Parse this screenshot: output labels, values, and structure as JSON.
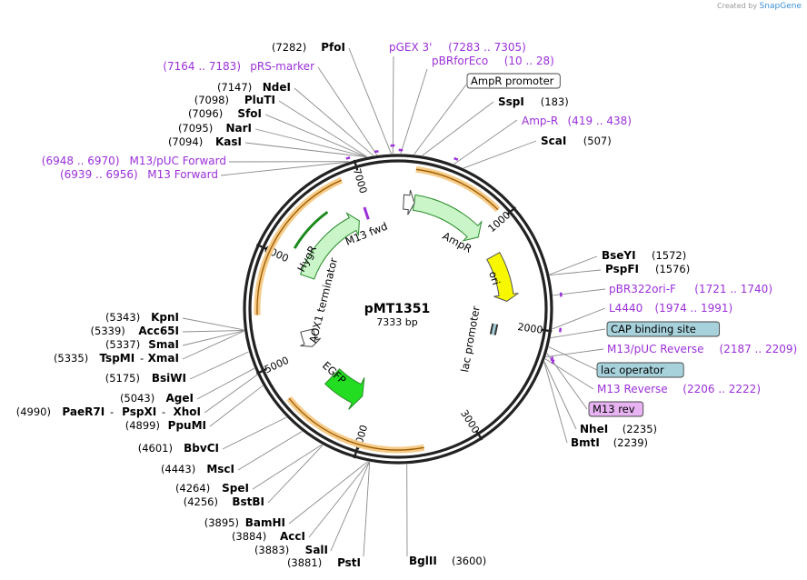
{
  "credit": {
    "prefix": "Created by",
    "brand": "SnapGene"
  },
  "plasmid": {
    "name": "pMT1351",
    "length": "7333 bp"
  },
  "ticks": [
    "1000",
    "2000",
    "3000",
    "4000",
    "5000",
    "6000",
    "7000"
  ],
  "features": [
    {
      "id": "ampr",
      "label": "AmpR"
    },
    {
      "id": "ori",
      "label": "ori"
    },
    {
      "id": "lac",
      "label": "lac promoter"
    },
    {
      "id": "egfp",
      "label": "EGFP"
    },
    {
      "id": "aox1",
      "label": "AOX1 terminator"
    },
    {
      "id": "hygr",
      "label": "HygR"
    },
    {
      "id": "m13fwd",
      "label": "M13 fwd"
    }
  ],
  "left_labels": [
    {
      "id": "pfoi",
      "name": "PfoI",
      "pos": "(7282)"
    },
    {
      "id": "prs",
      "primer": "pRS-marker",
      "range": "(7164 .. 7183)"
    },
    {
      "id": "ndei",
      "name": "NdeI",
      "pos": "(7147)"
    },
    {
      "id": "pluti",
      "name": "PluTI",
      "pos": "(7098)"
    },
    {
      "id": "sfoi",
      "name": "SfoI",
      "pos": "(7096)"
    },
    {
      "id": "nari",
      "name": "NarI",
      "pos": "(7095)"
    },
    {
      "id": "kasi",
      "name": "KasI",
      "pos": "(7094)"
    },
    {
      "id": "m13puc",
      "primer": "M13/pUC Forward",
      "range": "(6948 .. 6970)"
    },
    {
      "id": "m13f",
      "primer": "M13 Forward",
      "range": "(6939 .. 6956)"
    },
    {
      "id": "kpni",
      "name": "KpnI",
      "pos": "(5343)"
    },
    {
      "id": "acc65i",
      "name": "Acc65I",
      "pos": "(5339)"
    },
    {
      "id": "smai",
      "name": "SmaI",
      "pos": "(5337)"
    },
    {
      "id": "tspmi",
      "name": "TspMI",
      "name2": "XmaI",
      "pos": "(5335)"
    },
    {
      "id": "bsiwi",
      "name": "BsiWI",
      "pos": "(5175)"
    },
    {
      "id": "agei",
      "name": "AgeI",
      "pos": "(5043)"
    },
    {
      "id": "paer7i",
      "name": "PaeR7I",
      "name2": "PspXI",
      "name3": "XhoI",
      "pos": "(4990)"
    },
    {
      "id": "ppumi",
      "name": "PpuMI",
      "pos": "(4899)"
    },
    {
      "id": "bbvci",
      "name": "BbvCI",
      "pos": "(4601)"
    },
    {
      "id": "msci",
      "name": "MscI",
      "pos": "(4443)"
    },
    {
      "id": "spei",
      "name": "SpeI",
      "pos": "(4264)"
    },
    {
      "id": "bstbi",
      "name": "BstBI",
      "pos": "(4256)"
    },
    {
      "id": "bamhi",
      "name": "BamHI",
      "pos": "(3895)"
    },
    {
      "id": "acci",
      "name": "AccI",
      "pos": "(3884)"
    },
    {
      "id": "sali",
      "name": "SalI",
      "pos": "(3883)"
    },
    {
      "id": "psti",
      "name": "PstI",
      "pos": "(3881)"
    },
    {
      "id": "bglii",
      "name": "BglII",
      "pos": "(3600)"
    }
  ],
  "right_labels": [
    {
      "id": "pgex",
      "primer": "pGEX 3'",
      "range": "(7283 .. 7305)"
    },
    {
      "id": "pbrforeco",
      "primer": "pBRforEco",
      "range": "(10 .. 28)"
    },
    {
      "id": "amprprom",
      "feature": "AmpR promoter"
    },
    {
      "id": "sspi",
      "name": "SspI",
      "pos": "(183)"
    },
    {
      "id": "ampr_primer",
      "primer": "Amp-R",
      "range": "(419 .. 438)"
    },
    {
      "id": "scai",
      "name": "ScaI",
      "pos": "(507)"
    },
    {
      "id": "bseyi",
      "name": "BseYI",
      "pos": "(1572)"
    },
    {
      "id": "pspfi",
      "name": "PspFI",
      "pos": "(1576)"
    },
    {
      "id": "pbr322",
      "primer": "pBR322ori-F",
      "range": "(1721 .. 1740)"
    },
    {
      "id": "l4440",
      "primer": "L4440",
      "range": "(1974 .. 1991)"
    },
    {
      "id": "cap",
      "feature": "CAP binding site"
    },
    {
      "id": "m13pucrev",
      "primer": "M13/pUC Reverse",
      "range": "(2187 .. 2209)"
    },
    {
      "id": "lacop",
      "feature": "lac operator"
    },
    {
      "id": "m13reverse",
      "primer": "M13 Reverse",
      "range": "(2206 .. 2222)"
    },
    {
      "id": "m13rev",
      "feature": "M13 rev"
    },
    {
      "id": "nhei",
      "name": "NheI",
      "pos": "(2235)"
    },
    {
      "id": "bmti",
      "name": "BmtI",
      "pos": "(2239)"
    }
  ],
  "colors": {
    "backbone": "#222222",
    "cds_fill": "#c9f5c9",
    "cds_stroke": "#2a8a2a",
    "egfp_fill": "#22dd22",
    "ori_fill": "#f7f700",
    "primer": "#9b30d9",
    "orf_fill": "#f6cb88",
    "orf_line": "#9a5a00",
    "feature_box": "#a7d2dc"
  }
}
